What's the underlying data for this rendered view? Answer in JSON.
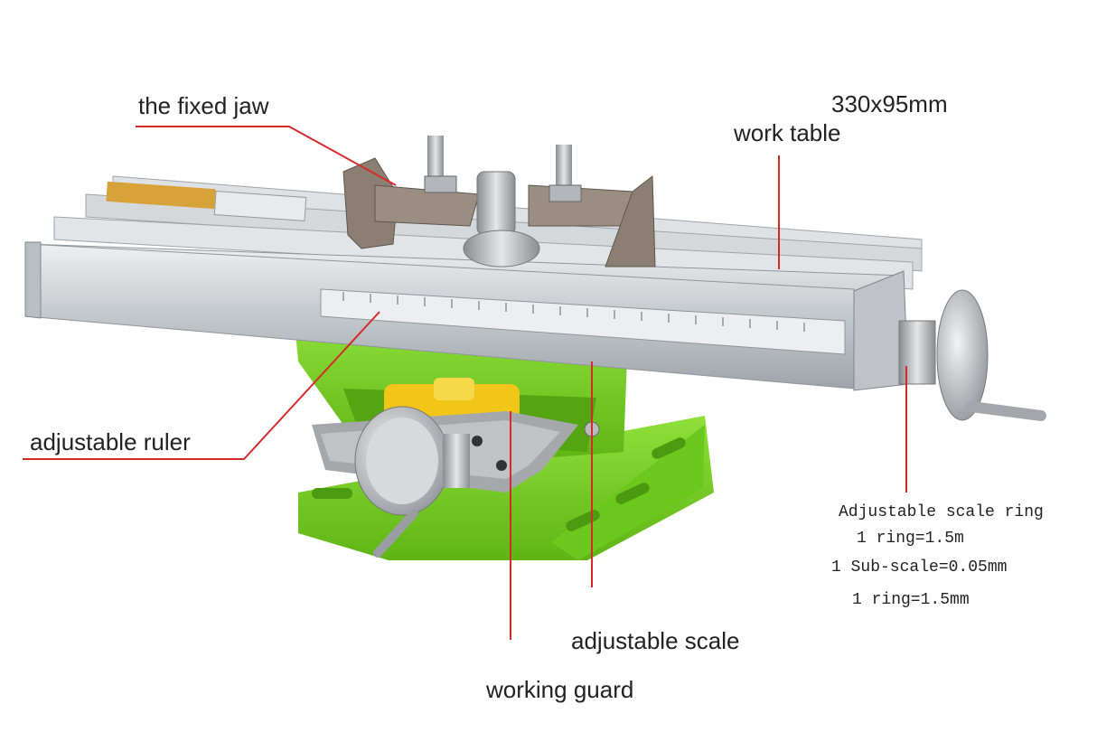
{
  "labels": {
    "fixed_jaw": "the fixed jaw",
    "dimension": "330x95mm",
    "work_table": "work table",
    "adjustable_ruler": "adjustable ruler",
    "adjustable_scale": "adjustable scale",
    "working_guard": "working guard",
    "scale_ring_title": "Adjustable scale ring",
    "scale_ring_line1": "1 ring=1.5m",
    "scale_ring_line2": "1 Sub-scale=0.05mm",
    "scale_ring_line3": "1 ring=1.5mm"
  },
  "colors": {
    "leader_line": "#d42a2a",
    "base_green": "#7ed321",
    "aluminum": "#c9cdd1",
    "guard_yellow": "#f2c618"
  }
}
